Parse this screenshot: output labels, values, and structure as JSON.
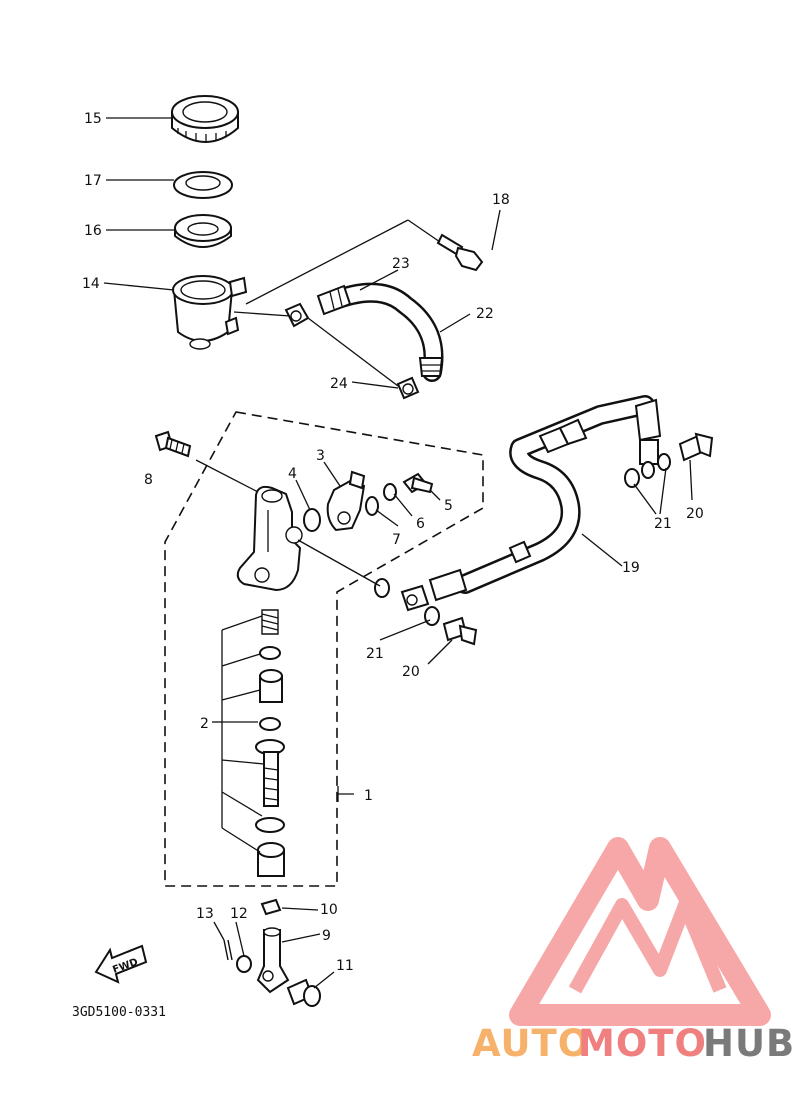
{
  "diagram": {
    "drawing_code": "3GD5100-0331",
    "fwd_label": "FWD",
    "callouts": {
      "c1": "1",
      "c2": "2",
      "c3": "3",
      "c4": "4",
      "c5": "5",
      "c6": "6",
      "c7": "7",
      "c8": "8",
      "c9": "9",
      "c10": "10",
      "c11": "11",
      "c12": "12",
      "c13": "13",
      "c14": "14",
      "c15": "15",
      "c16": "16",
      "c17": "17",
      "c18": "18",
      "c19": "19",
      "c20a": "20",
      "c20b": "20",
      "c21a": "21",
      "c21b": "21",
      "c22": "22",
      "c23": "23",
      "c24": "24"
    }
  },
  "watermark": {
    "brand_part1": "AUTO",
    "brand_part2": "MOTO",
    "brand_part3": "HUB",
    "colors": {
      "orange": "#f6b26b",
      "red": "#f08080",
      "gray": "#7a7a7a",
      "logo": "#f48a8a"
    }
  }
}
